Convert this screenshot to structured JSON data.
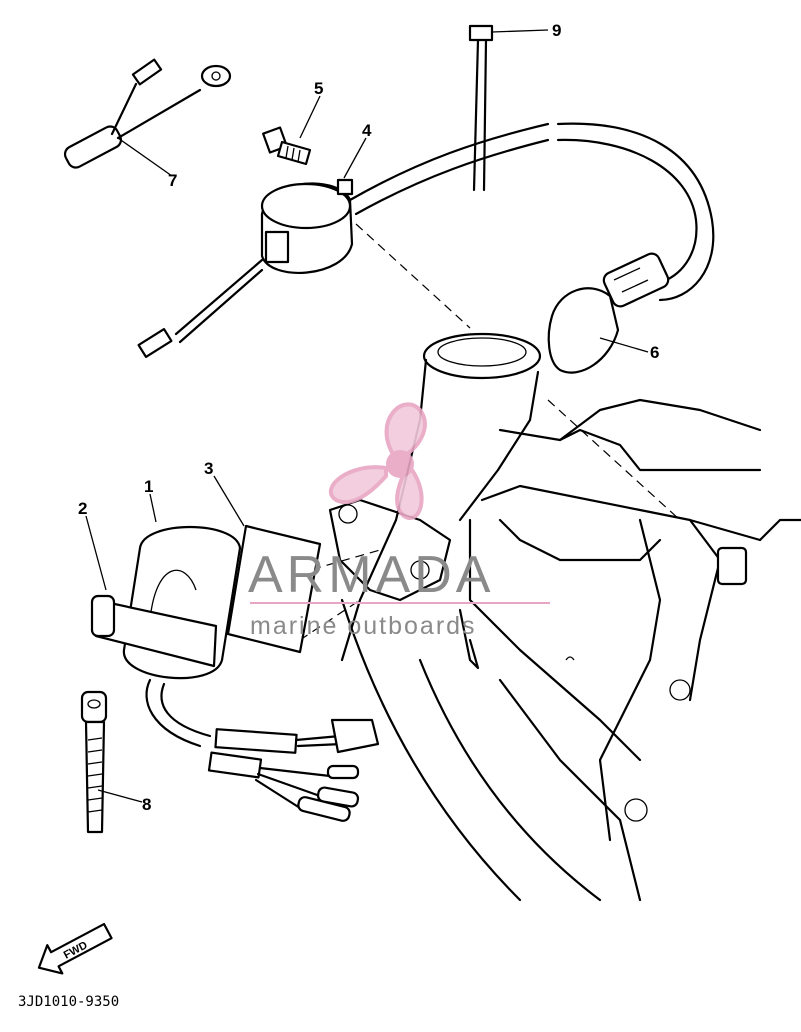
{
  "diagram": {
    "part_code": "3JD1010-9350",
    "fwd_label": "FWD",
    "callouts": [
      {
        "id": "1",
        "label": "1"
      },
      {
        "id": "2",
        "label": "2"
      },
      {
        "id": "3",
        "label": "3"
      },
      {
        "id": "4",
        "label": "4"
      },
      {
        "id": "5",
        "label": "5"
      },
      {
        "id": "6",
        "label": "6"
      },
      {
        "id": "7",
        "label": "7"
      },
      {
        "id": "8",
        "label": "8"
      },
      {
        "id": "9",
        "label": "9"
      }
    ]
  },
  "watermark": {
    "brand": "ARMADA",
    "tagline": "marine outboards",
    "brand_color": "#8a8a8a",
    "logo_color": "#e8a6c4",
    "logo_icon": "propeller-icon"
  }
}
